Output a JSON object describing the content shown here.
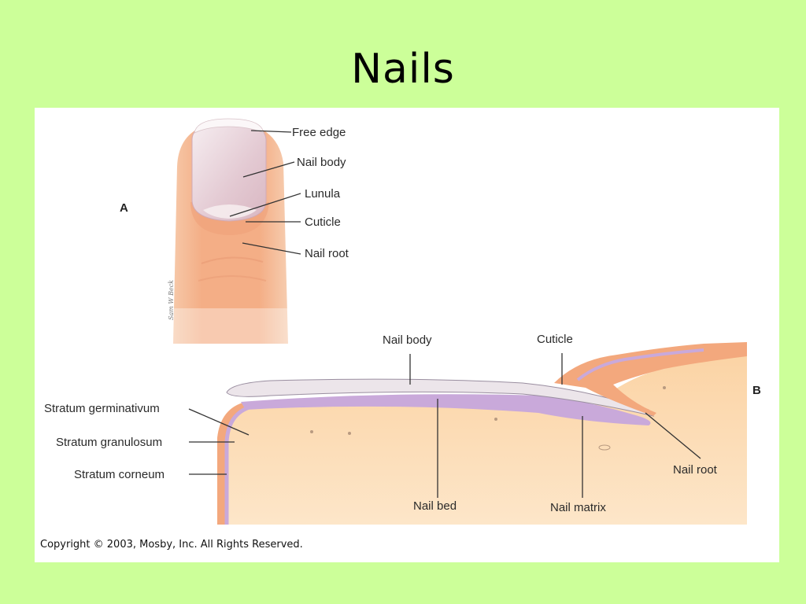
{
  "slide": {
    "title": "Nails"
  },
  "figure": {
    "panel_a": {
      "letter": "A",
      "labels": {
        "free_edge": "Free edge",
        "nail_body": "Nail body",
        "lunula": "Lunula",
        "cuticle": "Cuticle",
        "nail_root": "Nail root"
      }
    },
    "panel_b": {
      "letter": "B",
      "labels": {
        "nail_body": "Nail body",
        "cuticle": "Cuticle",
        "stratum_germinativum": "Stratum germinativum",
        "stratum_granulosum": "Stratum granulosum",
        "stratum_corneum": "Stratum corneum",
        "nail_bed": "Nail bed",
        "nail_matrix": "Nail matrix",
        "nail_root": "Nail root"
      }
    },
    "artist_signature": "Sam W Beck",
    "copyright": "Copyright © 2003, Mosby, Inc. All Rights Reserved."
  },
  "colors": {
    "slide_background": "#ccff99",
    "skin": "#f3b48c",
    "nail": "#e8d6dc",
    "tissue": "#fbd9ae",
    "matrix": "#c7a8d8"
  }
}
